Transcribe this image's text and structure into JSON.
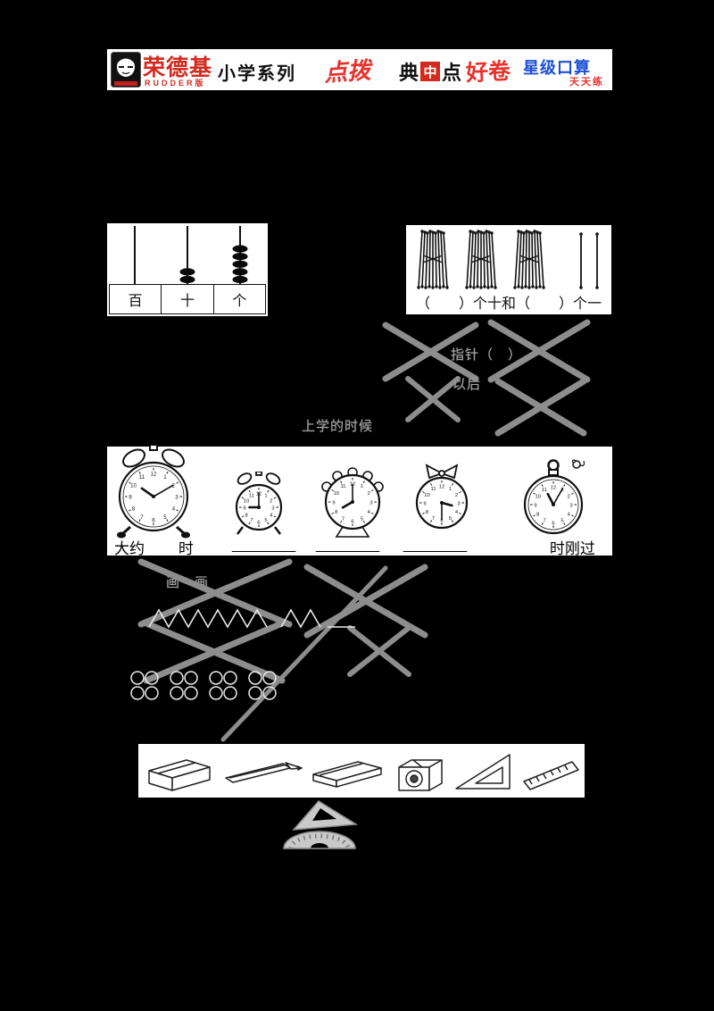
{
  "header": {
    "brand": "荣德基",
    "brand_sub": "RUDDER版",
    "series": "小学系列",
    "dianbo": "点拨",
    "dzd_left": "典",
    "dzd_mid": "中",
    "dzd_right": "点",
    "haojuan": "好卷",
    "xingji": "星级口算",
    "tiantianlian": "天天练"
  },
  "abacus": {
    "columns": [
      "百",
      "十",
      "个"
    ],
    "beads": [
      0,
      2,
      5
    ]
  },
  "sticks": {
    "bundles": 3,
    "singles": 2,
    "caption": "（　　）个十和（　　）个一"
  },
  "ghosts": {
    "fragment1": "指针（　）",
    "fragment2": "以后",
    "fragment3": "上学的时候",
    "section": "画一画"
  },
  "clocks": {
    "numerals": [
      "12",
      "1",
      "2",
      "3",
      "4",
      "5",
      "6",
      "7",
      "8",
      "9",
      "10",
      "11"
    ],
    "items": [
      {
        "h": 10,
        "m": 10
      },
      {
        "h": 9,
        "m": 0
      },
      {
        "h": 8,
        "m": 0
      },
      {
        "h": 3,
        "m": 30
      },
      {
        "h": 11,
        "m": 5
      }
    ],
    "caption_left": "大约____时",
    "blank": "________",
    "caption_right": "____时刚过"
  },
  "patterns": {
    "zigzag_groups": [
      6,
      2
    ],
    "circle_clusters": 4
  }
}
